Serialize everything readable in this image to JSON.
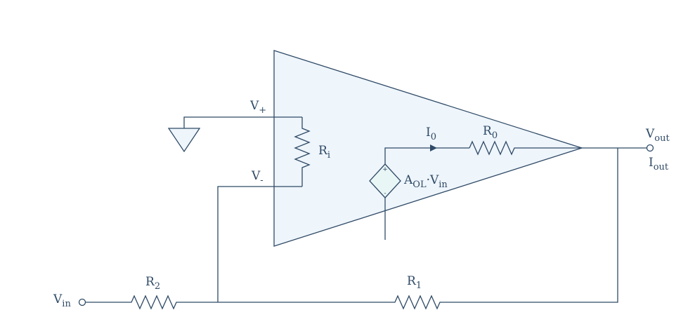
{
  "colors": {
    "stroke": "#2f4a66",
    "opamp_fill": "#eef5fb",
    "source_fill": "#e9f6f6"
  },
  "labels": {
    "v_plus": {
      "main": "V",
      "sub": "+"
    },
    "v_minus": {
      "main": "V",
      "sub": "-"
    },
    "r_i": {
      "main": "R",
      "sub": "i"
    },
    "i_0": {
      "main": "I",
      "sub": "0"
    },
    "r_0": {
      "main": "R",
      "sub": "0"
    },
    "source": {
      "a": "A",
      "a_sub": "OL",
      "dot": "·",
      "v": "V",
      "v_sub": "in"
    },
    "v_out": {
      "main": "V",
      "sub": "out"
    },
    "i_out": {
      "main": "I",
      "sub": "out"
    },
    "v_in": {
      "main": "V",
      "sub": "in"
    },
    "r_2": {
      "main": "R",
      "sub": "2"
    },
    "r_1": {
      "main": "R",
      "sub": "1"
    }
  },
  "source_signs": {
    "plus": "+",
    "minus": "-"
  }
}
